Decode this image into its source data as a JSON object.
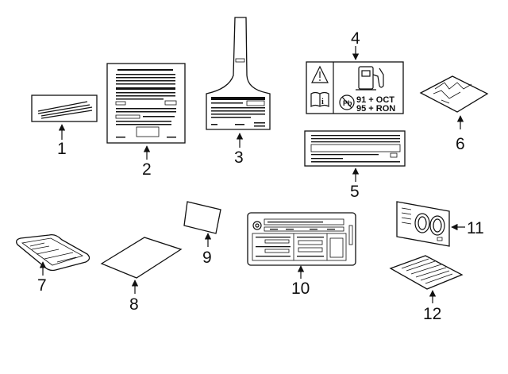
{
  "callouts": [
    "1",
    "2",
    "3",
    "4",
    "5",
    "6",
    "7",
    "8",
    "9",
    "10",
    "11",
    "12"
  ],
  "fuel_label": {
    "line1": "91 + OCT",
    "line2": "95 + RON"
  }
}
